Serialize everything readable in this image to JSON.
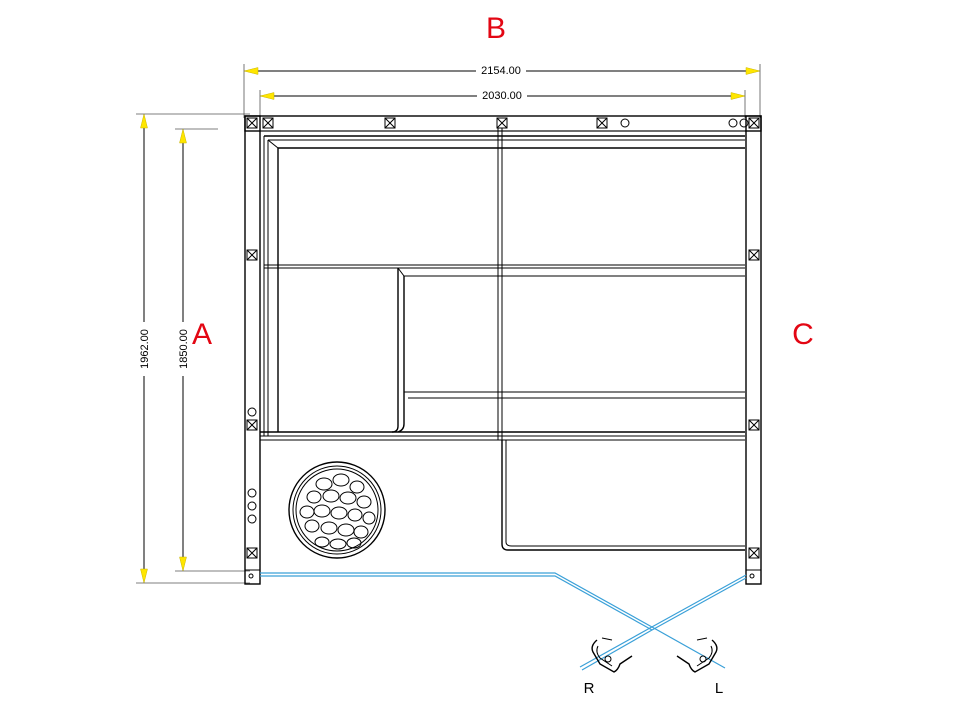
{
  "labels": {
    "side_a": "A",
    "side_b": "B",
    "side_c": "C",
    "door_right": "R",
    "door_left": "L"
  },
  "dimensions": {
    "outer_width": "2154.00",
    "inner_width": "2030.00",
    "outer_depth": "1962.00",
    "inner_depth": "1850.00"
  },
  "colors": {
    "side_letters": "#e30613",
    "dimension_arrows": "#ffe600",
    "glass_door": "#3aa0d8",
    "lines": "#000000"
  }
}
